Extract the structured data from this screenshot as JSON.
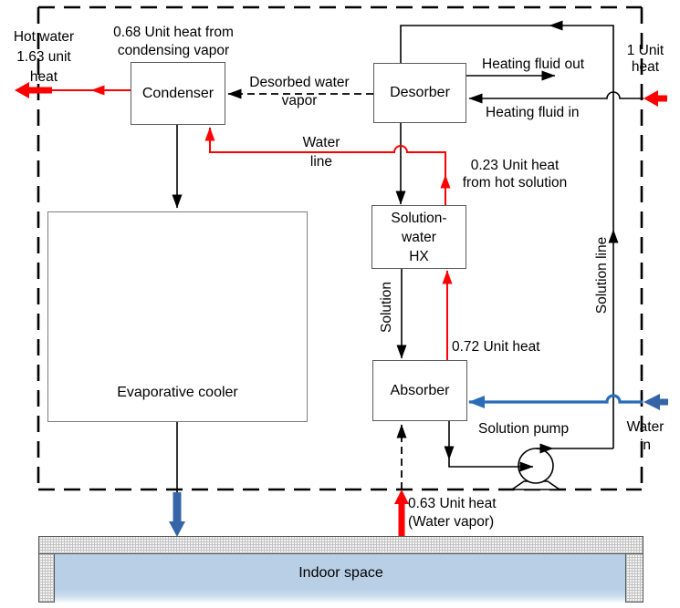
{
  "diagram": {
    "boxes": {
      "condenser": "Condenser",
      "desorber": "Desorber",
      "solution_water_hx": "Solution-\nwater\nHX",
      "absorber": "Absorber",
      "evaporative_cooler": "Evaporative cooler",
      "indoor_space": "Indoor space"
    },
    "labels": {
      "hot_water": "Hot water\n1.63 unit\nheat",
      "condensing_heat": "0.68 Unit heat from\ncondensing vapor",
      "desorbed_vapor": "Desorbed water\nvapor",
      "water_line": "Water\nline",
      "heating_fluid_out": "Heating fluid out",
      "heating_fluid_in": "Heating fluid in",
      "one_unit_heat": "1 Unit\nheat",
      "hot_solution_heat": "0.23 Unit heat\nfrom hot solution",
      "solution": "Solution",
      "solution_line": "Solution line",
      "absorber_heat": "0.72 Unit heat",
      "solution_pump": "Solution pump",
      "water_in": "Water\nin",
      "water_vapor_heat": "0.63 Unit heat\n(Water vapor)"
    },
    "colors": {
      "red": "#fe0000",
      "blue_line": "#2a6cb8",
      "blue_arrow": "#3565a7",
      "indoor_fill": "#b8cfe6",
      "line_black": "#000000",
      "box_border": "#5a5a5a",
      "cooler_border": "#7d7d7d",
      "hatch": "#c3c3c3",
      "spray": "#8f8f8f"
    }
  }
}
